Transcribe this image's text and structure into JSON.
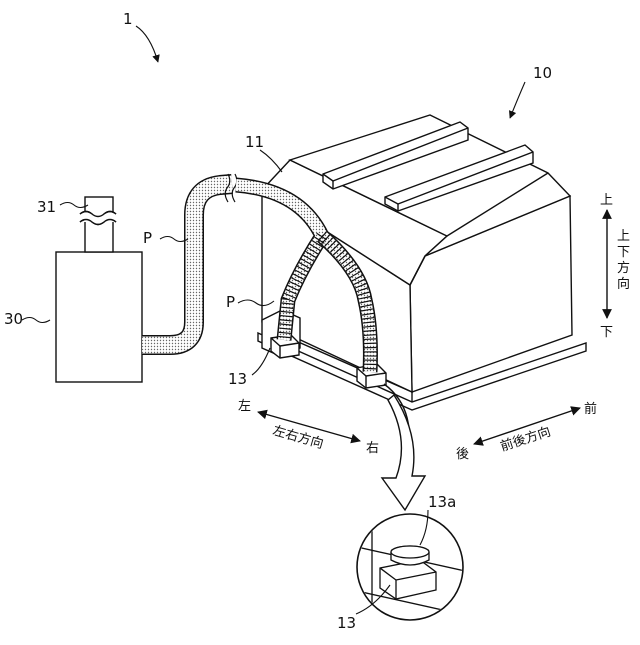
{
  "labels": {
    "system": "1",
    "battery_unit": "10",
    "case_body": "11",
    "cooler_duct": "31",
    "cooler": "30",
    "pipe_upper": "P",
    "pipe_lower": "P",
    "connector": "13",
    "detail_connector": "13",
    "detail_port": "13a"
  },
  "directions": {
    "up": "上",
    "down": "下",
    "up_down_chars": [
      "上",
      "下",
      "方",
      "向"
    ],
    "left": "左",
    "right": "右",
    "left_right": "左右方向",
    "front": "前",
    "back": "後",
    "front_back": "前後方向"
  },
  "colors": {
    "line": "#111111",
    "hose_fill": "#d9d9d9"
  }
}
